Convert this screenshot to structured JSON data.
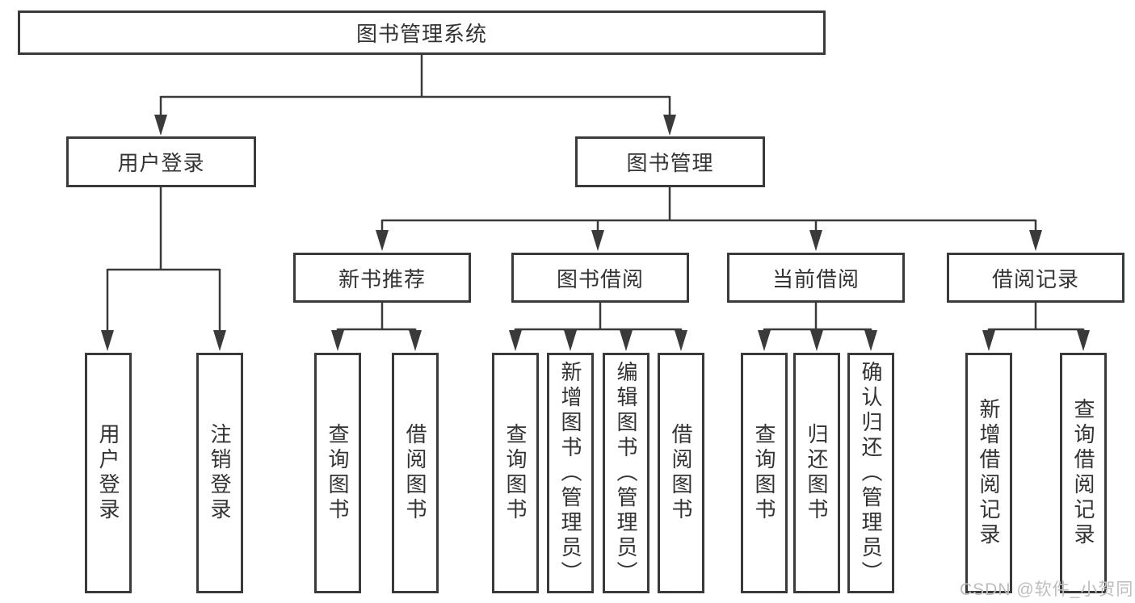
{
  "diagram": {
    "root": "图书管理系统",
    "login": {
      "label": "用户登录",
      "children": [
        "用户登录",
        "注销登录"
      ]
    },
    "management": {
      "label": "图书管理",
      "sections": [
        {
          "label": "新书推荐",
          "children": [
            "查询图书",
            "借阅图书"
          ]
        },
        {
          "label": "图书借阅",
          "children": [
            "查询图书",
            "新增图书（管理员）",
            "编辑图书（管理员）",
            "借阅图书"
          ]
        },
        {
          "label": "当前借阅",
          "children": [
            "查询图书",
            "归还图书",
            "确认归还（管理员）"
          ]
        },
        {
          "label": "借阅记录",
          "children": [
            "新增借阅记录",
            "查询借阅记录"
          ]
        }
      ]
    }
  },
  "watermark": "CSDN @软件_小贺同学",
  "colors": {
    "line": "#3a3a3a",
    "text": "#333333",
    "watermark": "#bdbdbd",
    "background": "#ffffff"
  }
}
